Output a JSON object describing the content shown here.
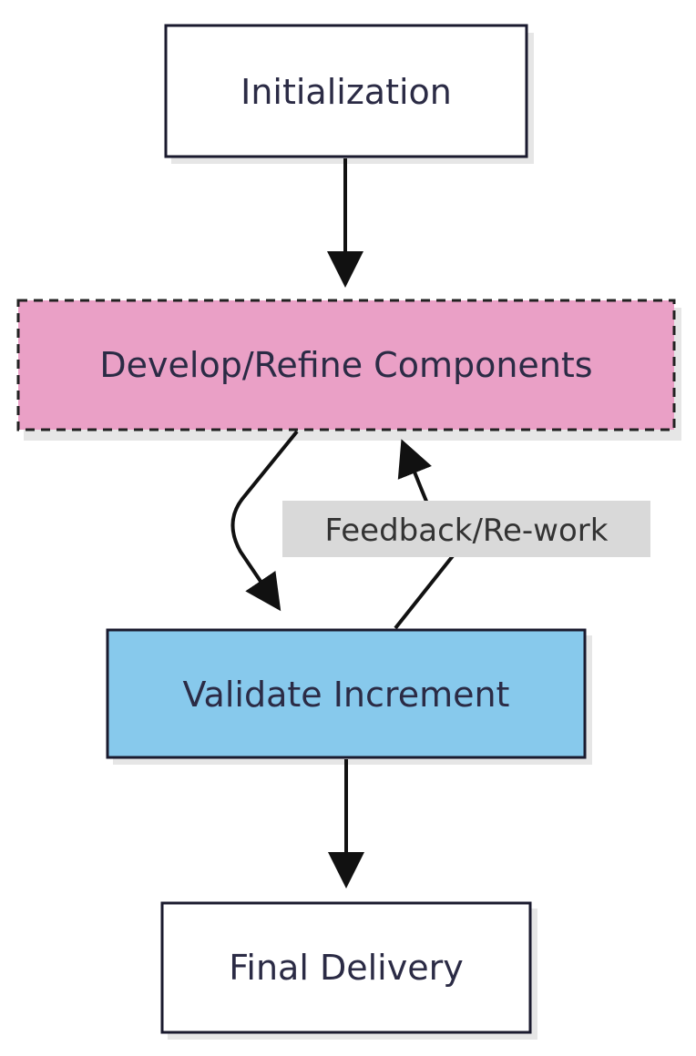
{
  "nodes": {
    "initialization": {
      "label": "Initialization",
      "fill": "#ffffff",
      "border": "#1a1a2e",
      "border_style": "solid"
    },
    "develop": {
      "label": "Develop/Refine Components",
      "fill": "#eaa0c6",
      "border": "#222222",
      "border_style": "dashed"
    },
    "validate": {
      "label": "Validate Increment",
      "fill": "#87c9ec",
      "border": "#1a1a2e",
      "border_style": "solid"
    },
    "final": {
      "label": "Final Delivery",
      "fill": "#ffffff",
      "border": "#1a1a2e",
      "border_style": "solid"
    }
  },
  "edges": {
    "feedback": {
      "label": "Feedback/Re-work",
      "label_background": "#d9d9d9"
    }
  },
  "colors": {
    "arrow": "#111111",
    "shadow": "#e6e6e6"
  }
}
